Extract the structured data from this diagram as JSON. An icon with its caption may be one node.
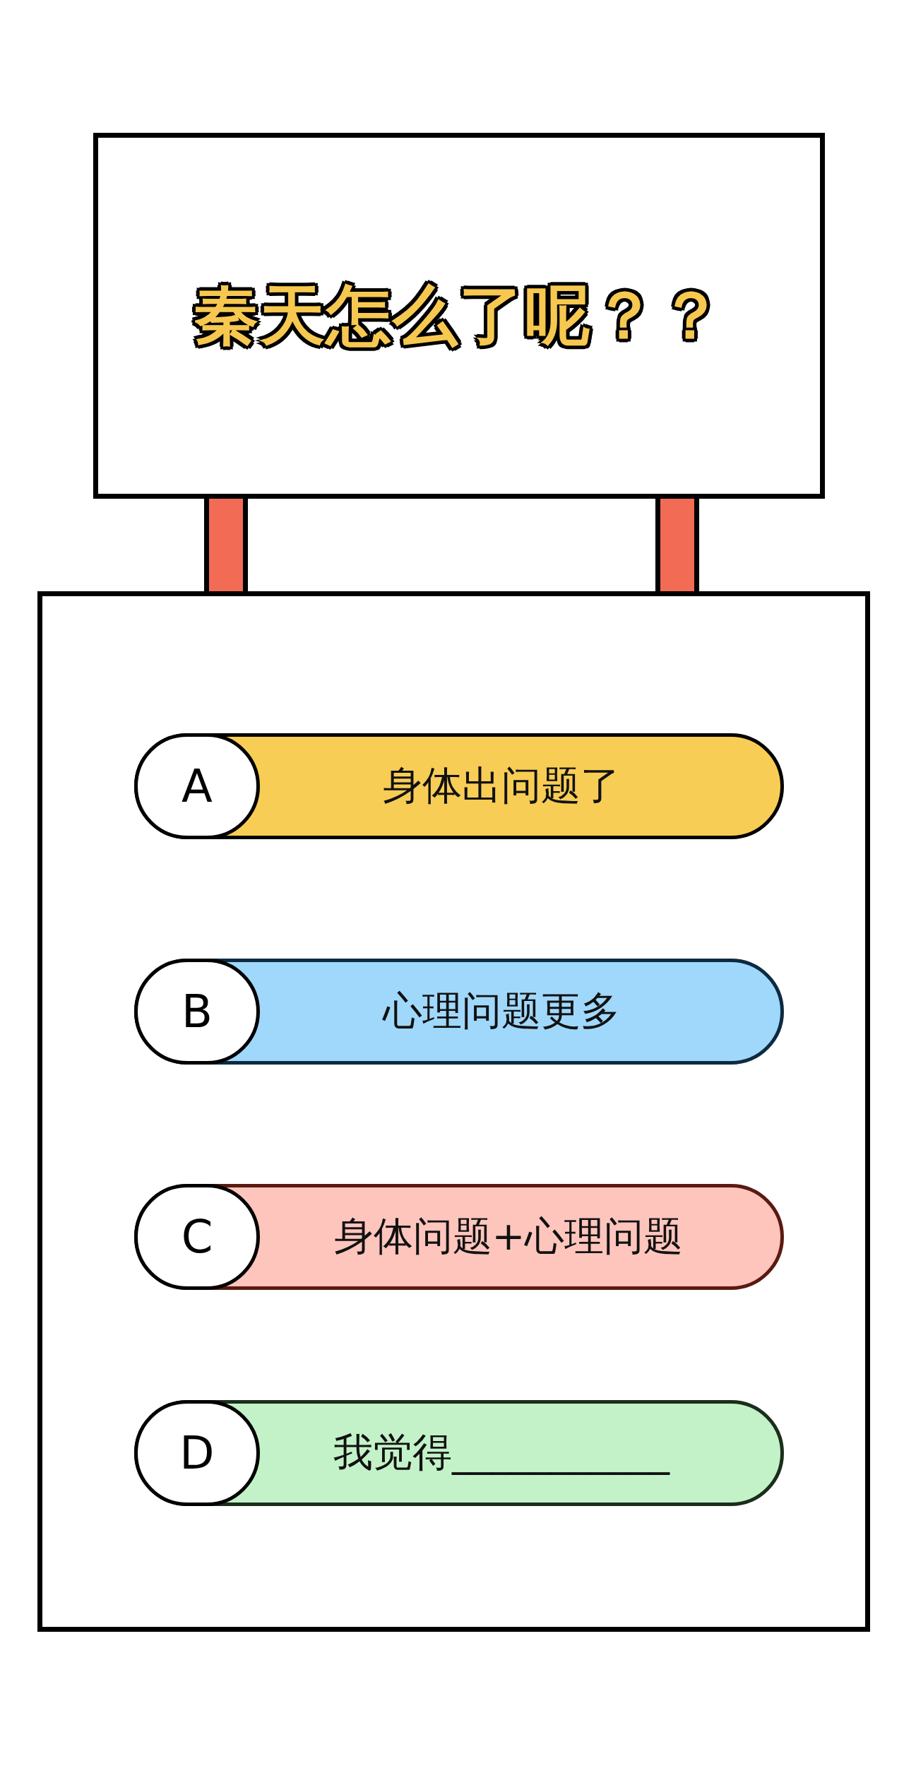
{
  "diagram": {
    "nodes": [
      {
        "text": [
          "秦天怎么了呢？？"
        ]
      },
      {
        "text": [],
        "shape": "bar"
      },
      {
        "text": [],
        "shape": "bar"
      },
      {
        "text": [],
        "shape": "box"
      },
      {
        "text": [
          "A",
          "身体出问题了"
        ],
        "in": 3
      },
      {
        "text": [
          "B",
          "心理问题更多"
        ],
        "in": 3
      },
      {
        "text": [
          "C",
          "身体问题+心理问题"
        ],
        "in": 3
      },
      {
        "text": [
          "D",
          "我觉得___________"
        ],
        "in": 3
      }
    ]
  }
}
